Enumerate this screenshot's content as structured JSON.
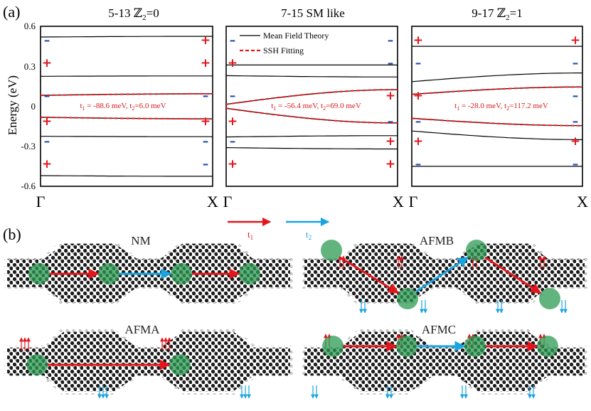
{
  "panel_a_label": "(a)",
  "panel_b_label": "(b)",
  "y_axis_label": "Energy (eV)",
  "y_ticks": [
    "0.6",
    "0.3",
    "0",
    "-0.3",
    "-0.6"
  ],
  "legend": {
    "mft": "Mean Field Theory",
    "ssh": "SSH Fitting"
  },
  "colors": {
    "t1": "#e3161c",
    "t2": "#1aa4e0",
    "plus": "#e3161c",
    "minus": "#1f4fb3",
    "site": "#2e9b54"
  },
  "hopping": {
    "t1": "t",
    "t1_sub": "1",
    "t2": "t",
    "t2_sub": "2"
  },
  "chart_data": [
    {
      "type": "line",
      "title": "5-13 ℤ2=0",
      "title_parts": {
        "pre": "5-13 ",
        "z": "ℤ",
        "sub": "2",
        "post": "=0"
      },
      "x_ticks": [
        "Γ",
        "X"
      ],
      "ylim": [
        -0.6,
        0.6
      ],
      "annotation": {
        "a": "t",
        "a_sub": "1",
        "b": " = -88.6 meV, t",
        "b_sub": "2",
        "c": "=6.0 meV"
      },
      "bands_mft": [
        [
          0.52,
          0.525
        ],
        [
          0.225,
          0.228
        ],
        [
          0.082,
          0.094
        ],
        [
          -0.082,
          -0.094
        ],
        [
          -0.225,
          -0.228
        ],
        [
          -0.52,
          -0.525
        ]
      ],
      "ssh_fit": [
        [
          0.082,
          0.094
        ],
        [
          -0.082,
          -0.094
        ]
      ],
      "parity_left": [
        "-",
        "+",
        "-",
        "+",
        "-",
        "+"
      ],
      "parity_right": [
        "+",
        "+",
        "-",
        "+",
        "-",
        "-"
      ]
    },
    {
      "type": "line",
      "title": "7-15 SM like",
      "title_parts": {
        "pre": "7-15 SM like",
        "z": "",
        "sub": "",
        "post": ""
      },
      "x_ticks": [
        "Γ",
        "X"
      ],
      "ylim": [
        -0.6,
        0.6
      ],
      "annotation": {
        "a": "t",
        "a_sub": "1",
        "b": " = -56.4 meV, t",
        "b_sub": "2",
        "c": "=69.0 meV"
      },
      "bands_mft": [
        [
          0.31,
          0.31
        ],
        [
          0.23,
          0.22
        ],
        [
          0.015,
          0.125
        ],
        [
          -0.015,
          -0.125
        ],
        [
          -0.23,
          -0.22
        ],
        [
          -0.31,
          -0.32
        ]
      ],
      "ssh_fit": [
        [
          0.015,
          0.125
        ],
        [
          -0.015,
          -0.125
        ]
      ],
      "parity_left": [
        "-",
        "+",
        "-",
        "+",
        "-",
        "+"
      ],
      "parity_right": [
        "-",
        "-",
        "+",
        "-",
        "+",
        "+"
      ]
    },
    {
      "type": "line",
      "title": "9-17 ℤ2=1",
      "title_parts": {
        "pre": "9-17 ",
        "z": "ℤ",
        "sub": "2",
        "post": "=1"
      },
      "x_ticks": [
        "Γ",
        "X"
      ],
      "ylim": [
        -0.6,
        0.6
      ],
      "annotation": {
        "a": "t",
        "a_sub": "1",
        "b": " = -28.0 meV, t",
        "b_sub": "2",
        "c": "=117.2 meV"
      },
      "bands_mft": [
        [
          0.45,
          0.45
        ],
        [
          0.185,
          0.25
        ],
        [
          0.09,
          0.145
        ],
        [
          -0.09,
          -0.145
        ],
        [
          -0.185,
          -0.25
        ],
        [
          -0.45,
          -0.45
        ]
      ],
      "ssh_fit": [
        [
          0.09,
          0.145
        ],
        [
          -0.09,
          -0.145
        ]
      ],
      "parity_left": [
        "+",
        "-",
        "+",
        "-",
        "+",
        "-"
      ],
      "parity_right": [
        "+",
        "-",
        "-",
        "-",
        "+",
        "-"
      ]
    }
  ],
  "molecules": [
    {
      "name": "NM"
    },
    {
      "name": "AFMB"
    },
    {
      "name": "AFMA"
    },
    {
      "name": "AFMC"
    }
  ]
}
